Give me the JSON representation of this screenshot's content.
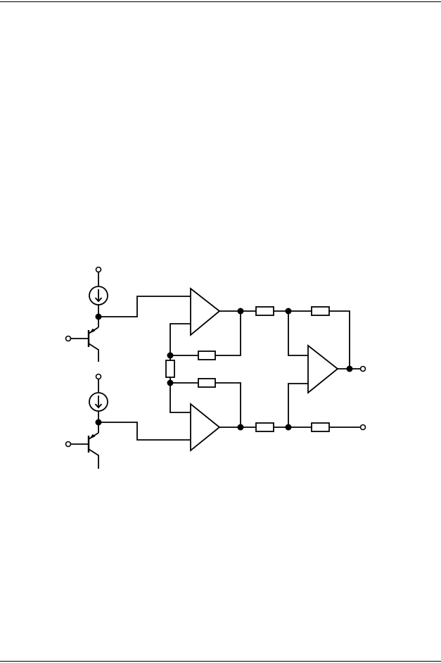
{
  "page": {
    "colors": {
      "ink": "#000000",
      "paper": "#ffffff"
    }
  },
  "diagram": {
    "type": "circuit-schematic",
    "labels": [],
    "components": [
      {
        "id": "I1",
        "kind": "current-source",
        "icon": "current-source-arrow-down"
      },
      {
        "id": "I2",
        "kind": "current-source",
        "icon": "current-source-arrow-down"
      },
      {
        "id": "Q1",
        "kind": "pnp-transistor"
      },
      {
        "id": "Q2",
        "kind": "pnp-transistor"
      },
      {
        "id": "A1",
        "kind": "op-amp"
      },
      {
        "id": "A2",
        "kind": "op-amp"
      },
      {
        "id": "A3",
        "kind": "op-amp"
      },
      {
        "id": "RG",
        "kind": "resistor"
      },
      {
        "id": "RF1",
        "kind": "resistor"
      },
      {
        "id": "RF2",
        "kind": "resistor"
      },
      {
        "id": "R1",
        "kind": "resistor"
      },
      {
        "id": "R2",
        "kind": "resistor"
      },
      {
        "id": "R3",
        "kind": "resistor"
      },
      {
        "id": "R4",
        "kind": "resistor"
      }
    ]
  }
}
